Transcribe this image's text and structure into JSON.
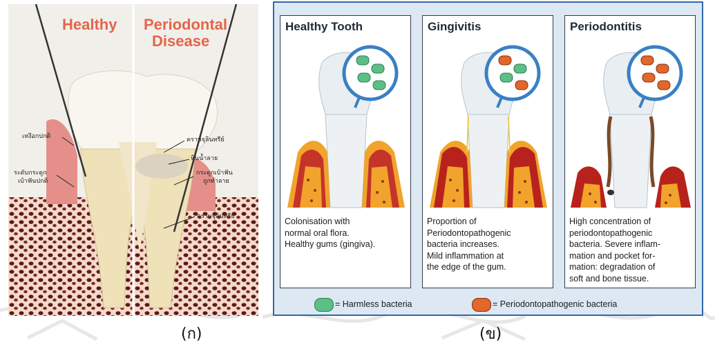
{
  "panel_a": {
    "heading_left": "Healthy",
    "heading_right_line1": "Periodontal",
    "heading_right_line2": "Disease",
    "labels": {
      "gum_normal": "เหงือกปกติ",
      "bone_level_line1": "ระดับกระดูก",
      "bone_level_line2": "เบ้าฟันปกติ",
      "plaque_top": "คราบจุลินทรีย์",
      "calculus": "หินน้ำลาย",
      "bone_destroyed_line1": "กระดูกเบ้าฟัน",
      "bone_destroyed_line2": "ถูกทำลาย",
      "plaque_bottom": "คราบจุลินทรีย์"
    },
    "caption": "(ก)"
  },
  "panel_b": {
    "stages": [
      {
        "title": "Healthy Tooth",
        "description": "Colonisation with\nnormal oral flora.\nHealthy gums (gingiva)."
      },
      {
        "title": "Gingivitis",
        "description": "Proportion of\nPeriodontopathogenic\nbacteria increases.\nMild inflammation at\nthe edge of the gum."
      },
      {
        "title": "Periodontitis",
        "description": "High concentration of\nperiodontopathogenic\nbacteria. Severe inflam-\nmation and pocket for-\nmation: degradation of\nsoft and bone tissue."
      }
    ],
    "legend": {
      "harmless": "= Harmless bacteria",
      "pathogenic": "= Periodontopathogenic bacteria"
    },
    "caption": "(ข)"
  },
  "colors": {
    "harmless_bacteria": "#5cbf86",
    "pathogenic_bacteria": "#e2672a",
    "frame_blue": "#2e68a8",
    "gum_red": "#c4342b",
    "bone_orange": "#f1a32b"
  }
}
